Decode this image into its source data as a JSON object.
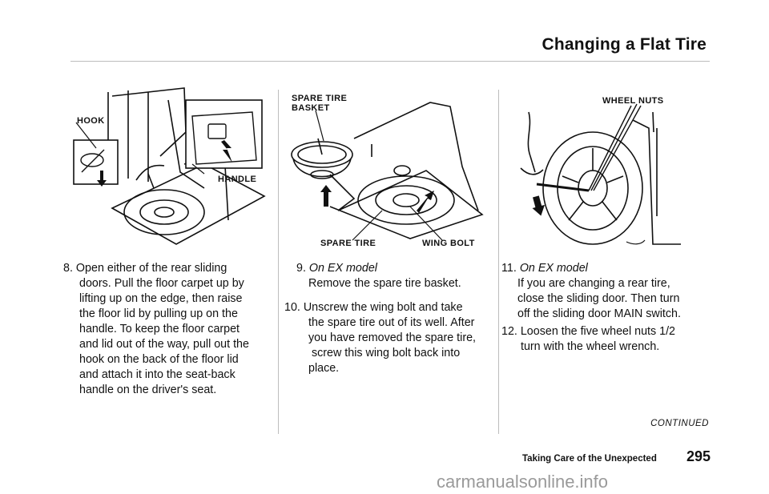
{
  "header": {
    "title": "Changing a Flat Tire"
  },
  "figures": {
    "fig1": {
      "hook_label": "HOOK",
      "handle_label": "HANDLE"
    },
    "fig2": {
      "basket_line1": "SPARE TIRE",
      "basket_line2": "BASKET",
      "spare_tire_label": "SPARE TIRE",
      "wing_bolt_label": "WING BOLT"
    },
    "fig3": {
      "wheel_nuts_label": "WHEEL NUTS"
    }
  },
  "steps": {
    "step8": {
      "num": "8.",
      "lines": [
        "Open either of the rear sliding",
        "doors. Pull the floor carpet up by",
        "lifting up on the edge, then raise",
        "the floor lid by pulling up on the",
        "handle. To keep the floor carpet",
        "and lid out of the way, pull out the",
        "hook on the back of the floor lid",
        "and attach it into the seat-back",
        "handle on the driver's seat."
      ]
    },
    "step9": {
      "num": "9.",
      "model": "On EX model",
      "lines": [
        "Remove the spare tire basket."
      ]
    },
    "step10": {
      "num": "10.",
      "lines": [
        "Unscrew the wing bolt and take",
        "the spare tire out of its well. After",
        "you have removed the spare tire,",
        "screw this wing bolt back into",
        "place."
      ]
    },
    "step11": {
      "num": "11.",
      "model": "On EX model",
      "lines": [
        "If you are changing a rear tire,",
        "close the sliding door. Then turn",
        "off the sliding door MAIN switch."
      ]
    },
    "step12": {
      "num": "12.",
      "lines": [
        "Loosen the five wheel nuts 1/2",
        "turn with the wheel wrench."
      ]
    }
  },
  "footer": {
    "continued": "CONTINUED",
    "section": "Taking Care of the Unexpected",
    "page_number": "295",
    "watermark": "carmanualsonline.info"
  }
}
